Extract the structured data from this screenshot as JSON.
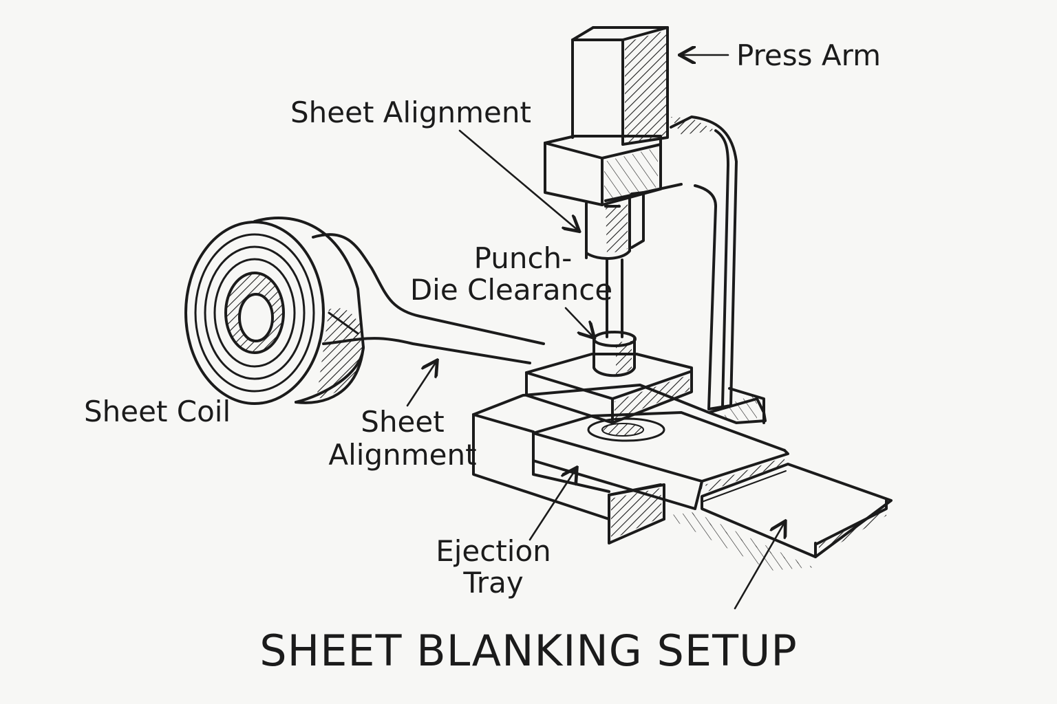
{
  "diagram": {
    "title": "SHEET BLANKING SETUP",
    "labels": {
      "press_arm": "Press Arm",
      "sheet_alignment_top": "Sheet Alignment",
      "punch_die_line1": "Punch-",
      "punch_die_line2": "Die Clearance",
      "sheet_coil": "Sheet Coil",
      "sheet_alignment_bottom_line1": "Sheet",
      "sheet_alignment_bottom_line2": "Alignment",
      "ejection_tray_line1": "Ejection",
      "ejection_tray_line2": "Tray"
    },
    "colors": {
      "ink": "#1b1b1b",
      "paper": "#f7f7f5"
    }
  }
}
